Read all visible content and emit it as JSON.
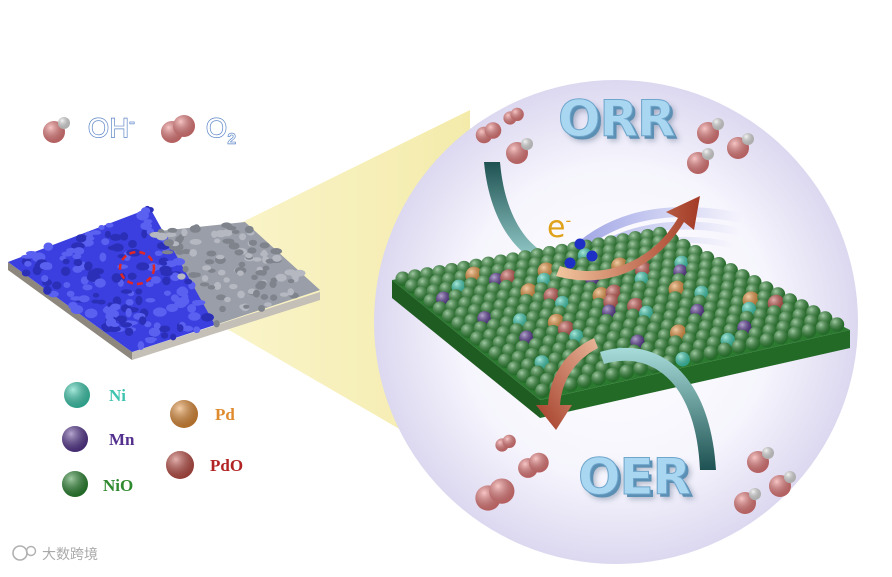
{
  "species": {
    "hydroxide": "OH",
    "hydroxide_charge": "-",
    "oxygen": "O",
    "oxygen_subscript": "2"
  },
  "reactions": {
    "top": "ORR",
    "bottom": "OER"
  },
  "electron": {
    "symbol": "e",
    "charge": "-"
  },
  "legend": [
    {
      "label": "Ni",
      "color": "#3fd3b5"
    },
    {
      "label": "Mn",
      "color": "#5b3a96"
    },
    {
      "label": "NiO",
      "color": "#2e8b34"
    },
    {
      "label": "Pd",
      "color": "#e8923a"
    },
    {
      "label": "PdO",
      "color": "#c4524a"
    }
  ],
  "watermark": "大数跨境",
  "colors": {
    "film_blue": "#3b3fe0",
    "film_grey": "#9a9ea8",
    "substrate": "#b0aaa0",
    "sphere_glow": "#e6e4f6",
    "cone": "#f6f0b8",
    "arrow_red": "#b5452f",
    "arrow_teal": "#2f7170",
    "legend_text_ni": "#3fc4b0",
    "legend_text_mn": "#54308e",
    "legend_text_nio": "#2f8a2f",
    "legend_text_pd": "#df8a2c",
    "legend_text_pdo": "#b22424",
    "molecule_red": "#f08080",
    "molecule_white": "#e8e8e8",
    "electron_blue": "#1d2fc4"
  }
}
